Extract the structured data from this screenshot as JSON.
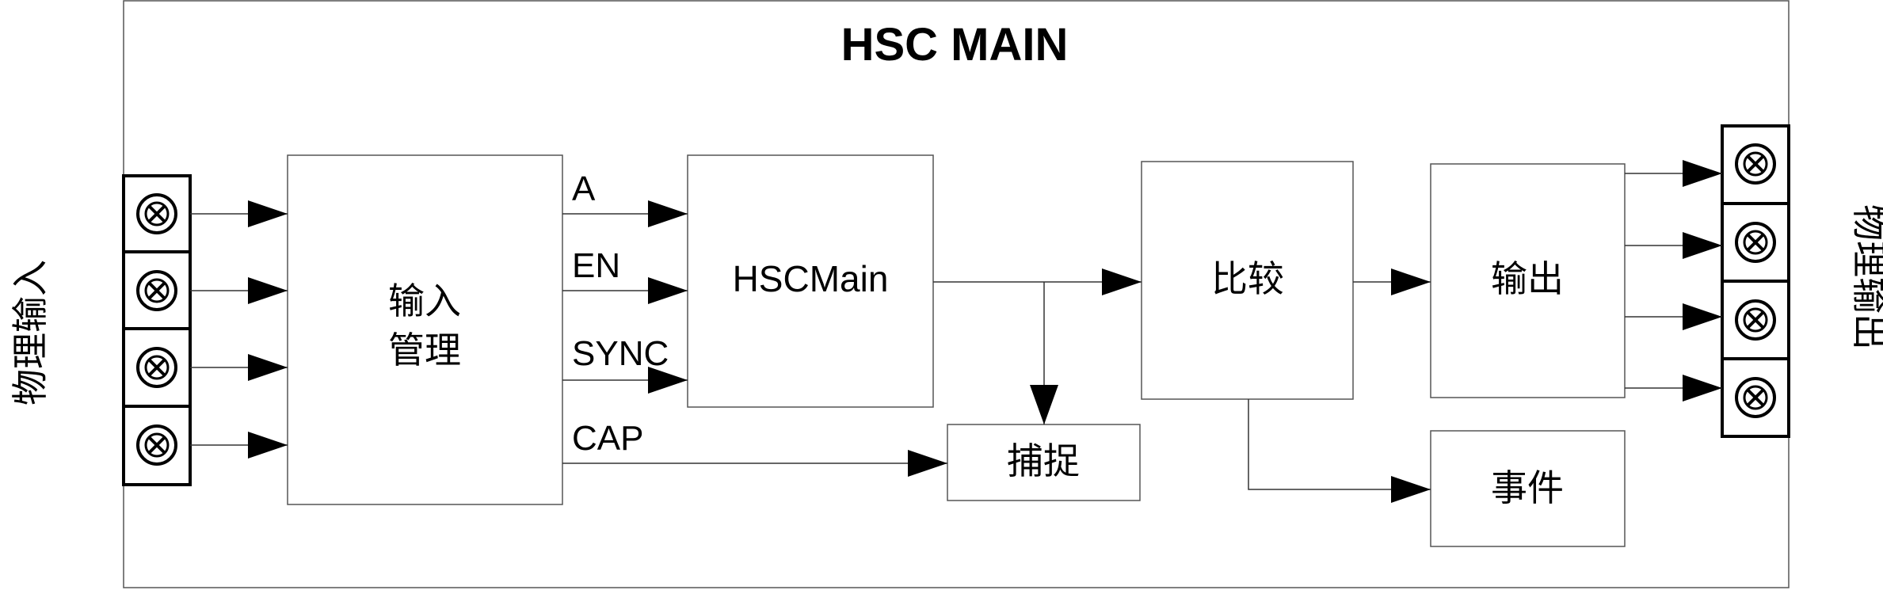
{
  "title": "HSC MAIN",
  "side_labels": {
    "left": "物理输入",
    "right": "物理输出"
  },
  "blocks": {
    "input_mgmt": {
      "line1": "输入",
      "line2": "管理"
    },
    "hscmain": "HSCMain",
    "compare": "比较",
    "output": "输出",
    "capture": "捕捉",
    "event": "事件"
  },
  "signals": {
    "a": "A",
    "en": "EN",
    "sync": "SYNC",
    "cap": "CAP"
  },
  "terminal_icon": "screw-terminal-icon",
  "colors": {
    "line": "#333333",
    "frame": "#555555",
    "background": "#ffffff"
  }
}
